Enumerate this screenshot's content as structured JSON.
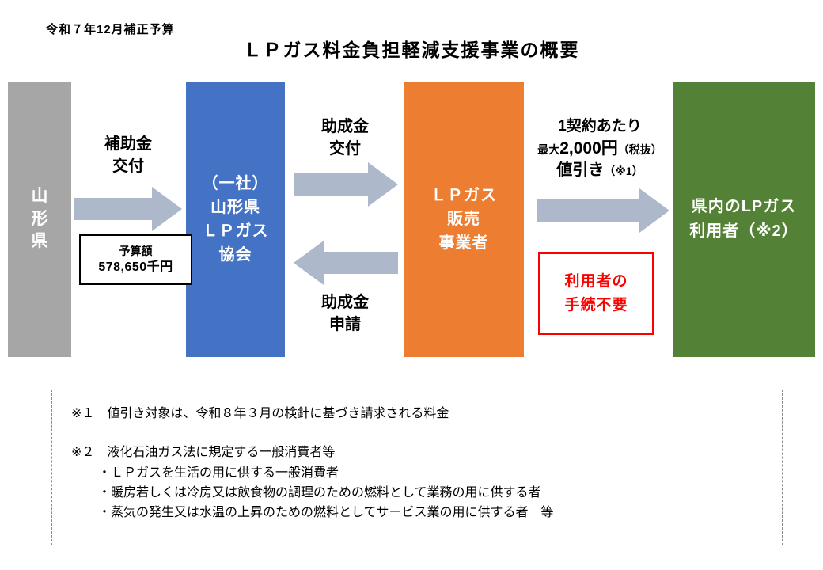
{
  "header": {
    "budget_label": "令和７年12月補正予算",
    "title": "ＬＰガス料金負担軽減支援事業の概要"
  },
  "boxes": {
    "yamagata": {
      "chars": [
        "山",
        "形",
        "県"
      ]
    },
    "association": {
      "lines": [
        "（一社）",
        "山形県",
        "ＬＰガス",
        "協会"
      ]
    },
    "seller": {
      "lines": [
        "ＬＰガス",
        "販売",
        "事業者"
      ]
    },
    "users": {
      "lines": [
        "県内のLPガス",
        "利用者（※2）"
      ]
    }
  },
  "arrows": {
    "subsidy": {
      "lines": [
        "補助金",
        "交付"
      ]
    },
    "grant": {
      "lines": [
        "助成金",
        "交付"
      ]
    },
    "application": {
      "lines": [
        "助成金",
        "申請"
      ]
    },
    "discount": {
      "line1": "1契約あたり",
      "max_prefix": "最大",
      "amount": "2,000円",
      "tax_note": "（税抜）",
      "action": "値引き",
      "ref_note": "（※1）"
    }
  },
  "budget_box": {
    "lines": [
      "予算額",
      "578,650千円"
    ]
  },
  "no_procedure_box": {
    "lines": [
      "利用者の",
      "手続不要"
    ]
  },
  "notes": {
    "note1": "※１　値引き対象は、令和８年３月の検針に基づき請求される料金",
    "note2_title": "※２　液化石油ガス法に規定する一般消費者等",
    "note2_items": [
      "・ＬＰガスを生活の用に供する一般消費者",
      "・暖房若しくは冷房又は飲食物の調理のための燃料として業務の用に供する者",
      "・蒸気の発生又は水温の上昇のための燃料としてサービス業の用に供する者　等"
    ]
  },
  "colors": {
    "gray_box": "#A6A6A6",
    "blue_box": "#4472C4",
    "orange_box": "#ED7D31",
    "green_box": "#538135",
    "arrow_fill": "#ADB9CA",
    "alert_red": "#FF0000"
  }
}
